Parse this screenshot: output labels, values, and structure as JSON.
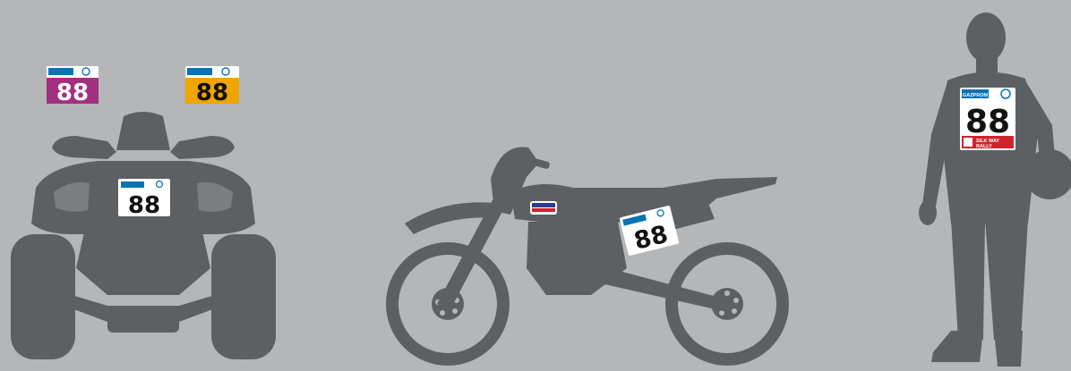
{
  "race_number": "88",
  "sponsor_logo_text": "GAZPROM",
  "rally_banner": {
    "line1": "SILK WAY",
    "line2": "RALLY"
  },
  "colors": {
    "background": "#b4b6b8",
    "silhouette": "#5d6062",
    "plate_magenta": "#a3307f",
    "plate_yellow": "#f0a400",
    "plate_white": "#ffffff",
    "sponsor_blue": "#0a72b5",
    "banner_red": "#d1232a"
  },
  "icons": [
    "quad-bike-silhouette",
    "motorcycle-silhouette",
    "rider-silhouette",
    "sponsor-logo-icon",
    "emblem-icon"
  ]
}
